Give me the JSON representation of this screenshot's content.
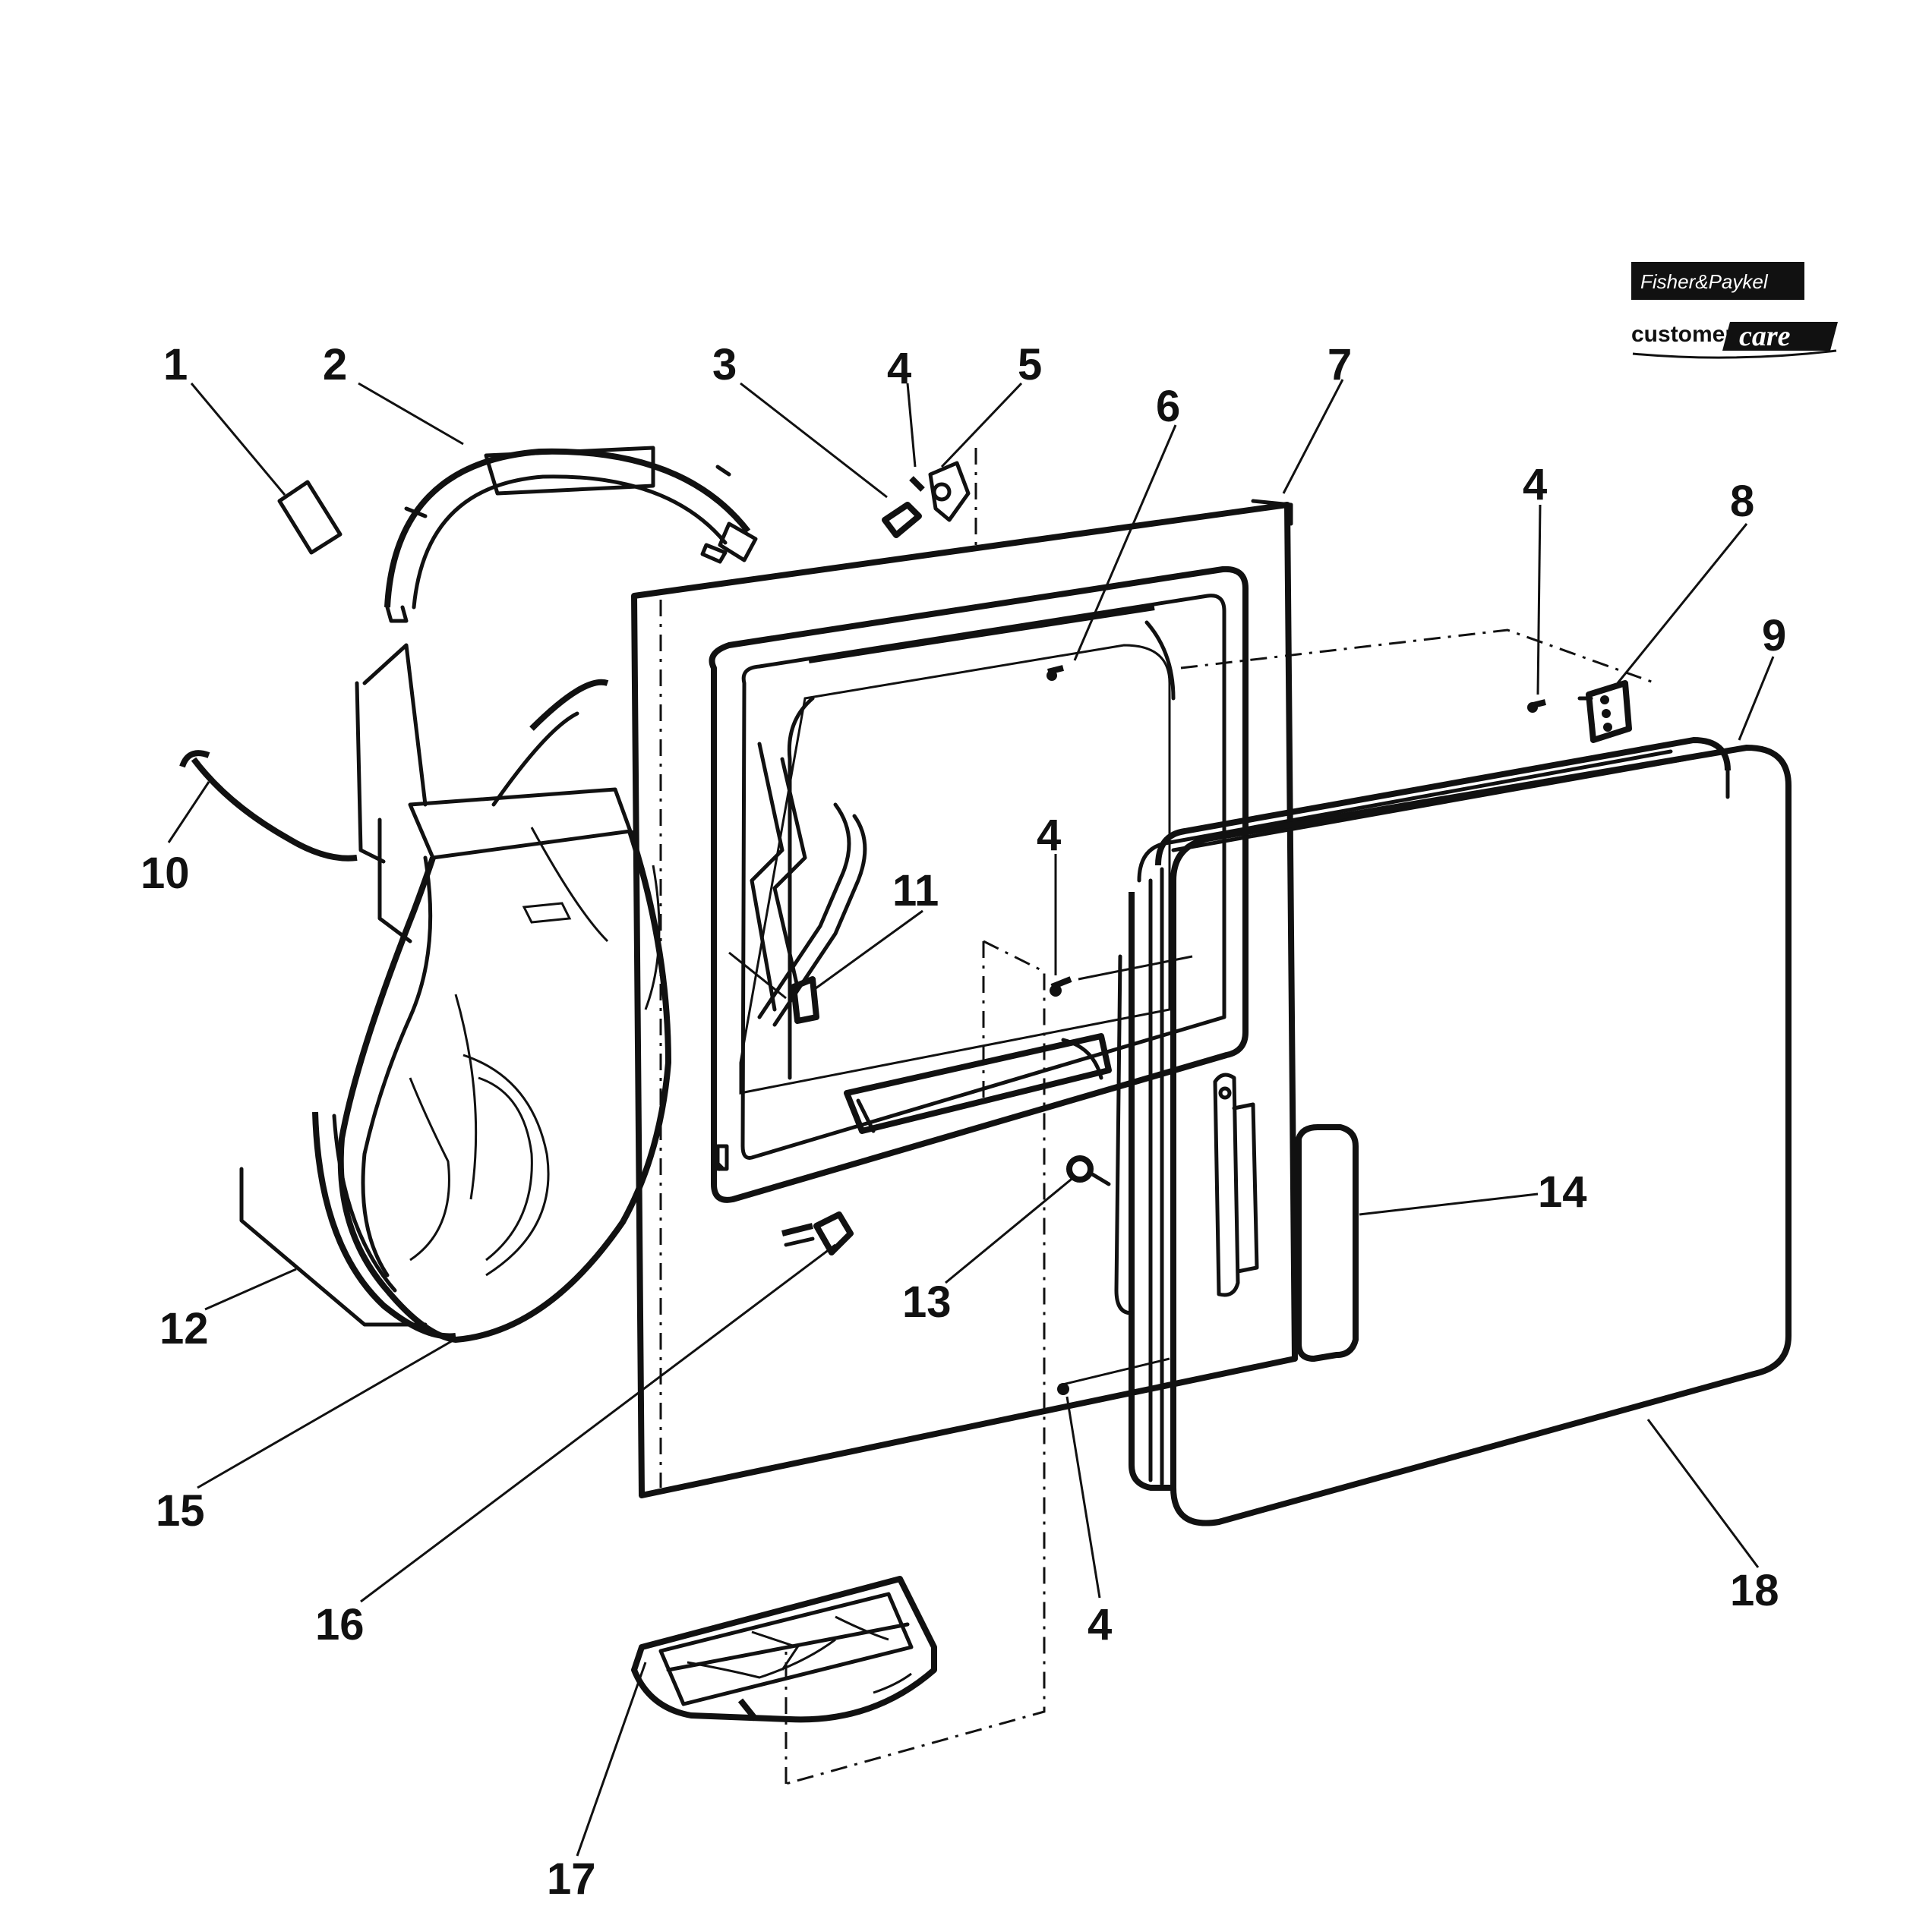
{
  "logo": {
    "brand": "Fisher&Paykel",
    "line1": "customer",
    "line2": "care"
  },
  "parts": [
    {
      "id": "part-1",
      "label": "1"
    },
    {
      "id": "part-2",
      "label": "2"
    },
    {
      "id": "part-3",
      "label": "3"
    },
    {
      "id": "part-4a",
      "label": "4"
    },
    {
      "id": "part-5",
      "label": "5"
    },
    {
      "id": "part-6",
      "label": "6"
    },
    {
      "id": "part-7",
      "label": "7"
    },
    {
      "id": "part-4b",
      "label": "4"
    },
    {
      "id": "part-8",
      "label": "8"
    },
    {
      "id": "part-9",
      "label": "9"
    },
    {
      "id": "part-10",
      "label": "10"
    },
    {
      "id": "part-4c",
      "label": "4"
    },
    {
      "id": "part-11",
      "label": "11"
    },
    {
      "id": "part-14",
      "label": "14"
    },
    {
      "id": "part-12",
      "label": "12"
    },
    {
      "id": "part-13",
      "label": "13"
    },
    {
      "id": "part-15",
      "label": "15"
    },
    {
      "id": "part-16",
      "label": "16"
    },
    {
      "id": "part-4d",
      "label": "4"
    },
    {
      "id": "part-18",
      "label": "18"
    },
    {
      "id": "part-17",
      "label": "17"
    }
  ]
}
